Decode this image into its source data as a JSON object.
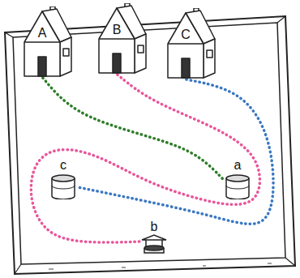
{
  "diagram": {
    "nodes": [
      {
        "text": [
          "A"
        ]
      },
      {
        "text": [
          "B"
        ]
      },
      {
        "text": [
          "C"
        ]
      },
      {
        "text": [
          "c"
        ]
      },
      {
        "text": [
          "a"
        ]
      },
      {
        "text": [
          "b"
        ]
      }
    ],
    "edges": [
      {
        "from": 0,
        "to": 4,
        "arrow": "none"
      },
      {
        "from": 1,
        "to": 5,
        "arrow": "none"
      },
      {
        "from": 2,
        "to": 3,
        "arrow": "none"
      }
    ]
  }
}
